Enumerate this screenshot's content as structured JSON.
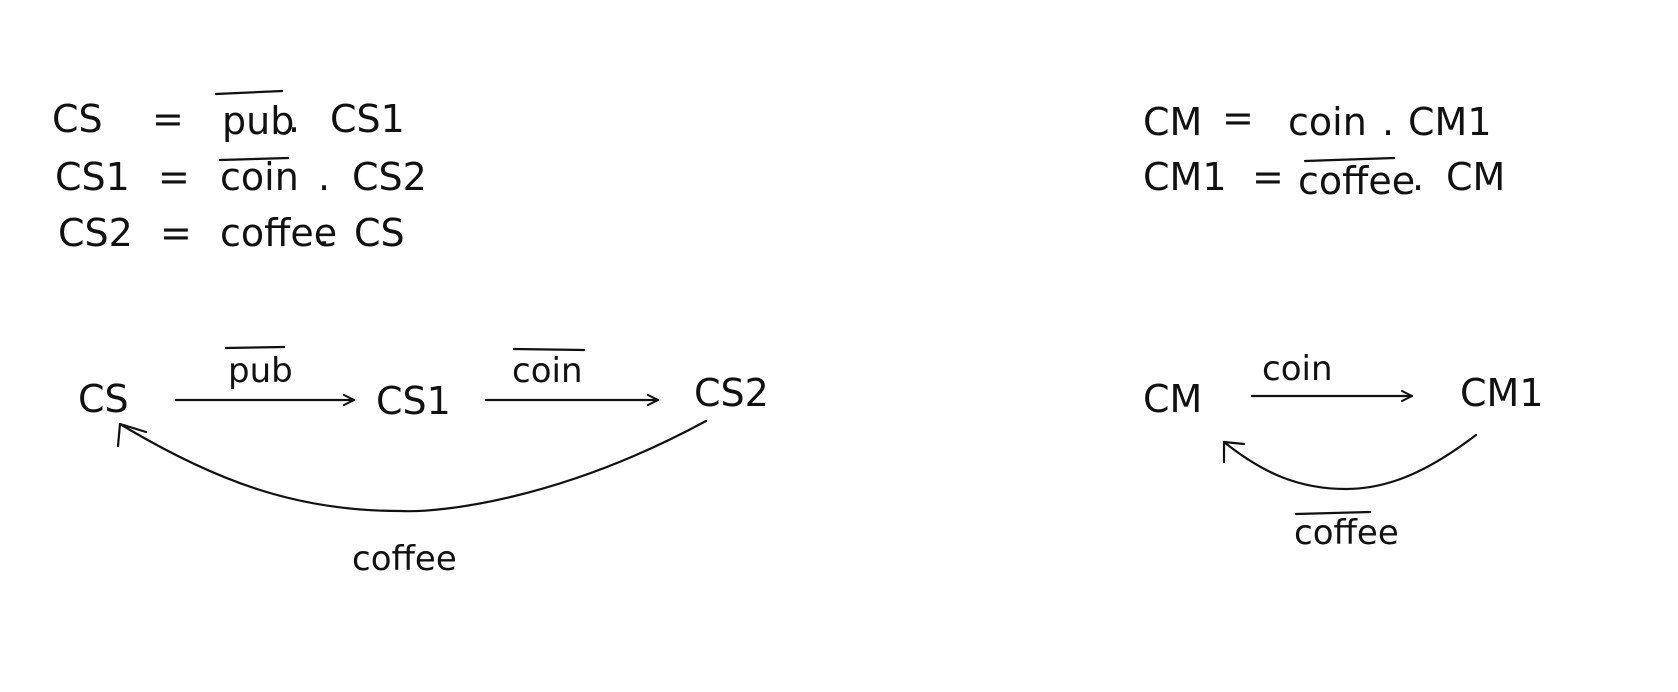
{
  "left": {
    "equations": [
      {
        "lhs": "CS",
        "eq": "=",
        "action": "pub",
        "dot": ".",
        "next": "CS1"
      },
      {
        "lhs": "CS1",
        "eq": "=",
        "action": "coin",
        "dot": ".",
        "next": "CS2"
      },
      {
        "lhs": "CS2",
        "eq": "=",
        "action": "coffee",
        "dot": ".",
        "next": "CS"
      }
    ],
    "states": {
      "s0": "CS",
      "s1": "CS1",
      "s2": "CS2"
    },
    "transitions": {
      "t1": "pub",
      "t2": "coin",
      "t3": "coffee"
    }
  },
  "right": {
    "equations": [
      {
        "lhs": "CM",
        "eq": "=",
        "action": "coin",
        "dot": ".",
        "next": "CM1"
      },
      {
        "lhs": "CM1",
        "eq": "=",
        "action": "coffee",
        "dot": ".",
        "next": "CM"
      }
    ],
    "states": {
      "s0": "CM",
      "s1": "CM1"
    },
    "transitions": {
      "t1": "coin",
      "t2": "coffee"
    }
  }
}
